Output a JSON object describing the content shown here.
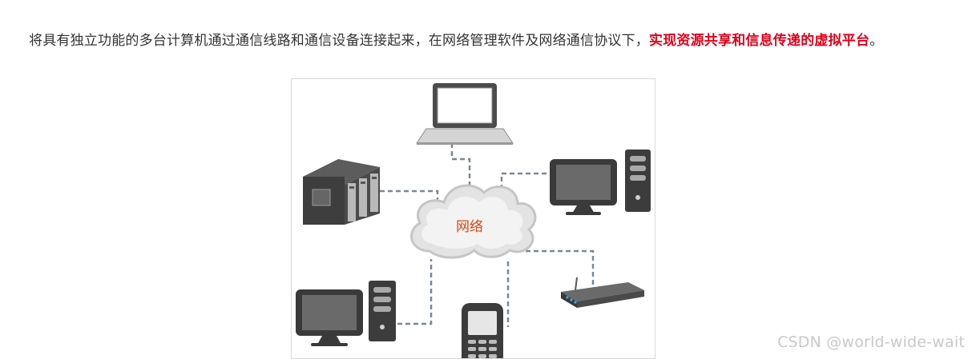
{
  "paragraph": {
    "text_before": "将具有独立功能的多台计算机通过通信线路和通信设备连接起来，在网络管理软件及网络通信协议下，",
    "highlight": "实现资源共享和信息传递的虚拟平台",
    "text_after": "。"
  },
  "figure": {
    "cloud_label": "网络",
    "colors": {
      "cloud_label": "#e2440f",
      "highlight": "#e2001a",
      "link": "#7a8796"
    },
    "devices": [
      "laptop-icon",
      "server-rack-icon",
      "desktop-pc-icon",
      "desktop-pc-icon",
      "router-icon",
      "mobile-phone-icon"
    ]
  },
  "watermark": "CSDN @world-wide-wait"
}
